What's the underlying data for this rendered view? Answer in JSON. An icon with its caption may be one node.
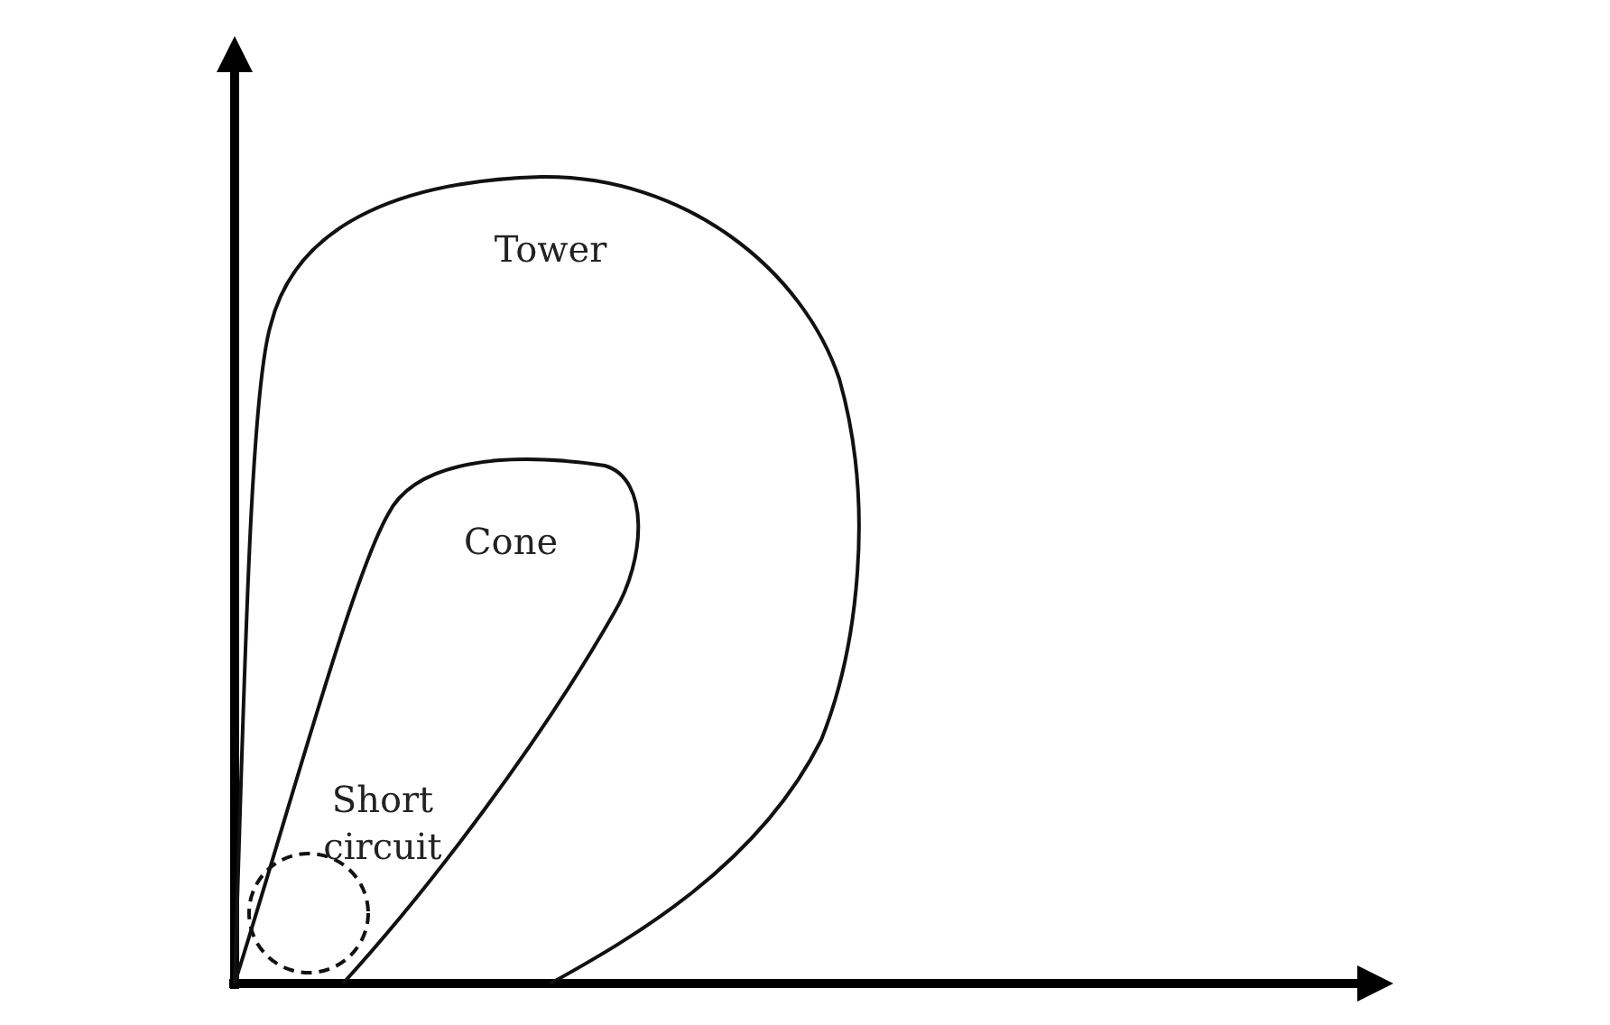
{
  "diagram": {
    "nodes": [
      {
        "text": [
          "Tower"
        ]
      },
      {
        "text": [
          "Cone"
        ],
        "in": 0
      },
      {
        "text": [
          "Short circuit"
        ],
        "in": 1
      }
    ]
  }
}
